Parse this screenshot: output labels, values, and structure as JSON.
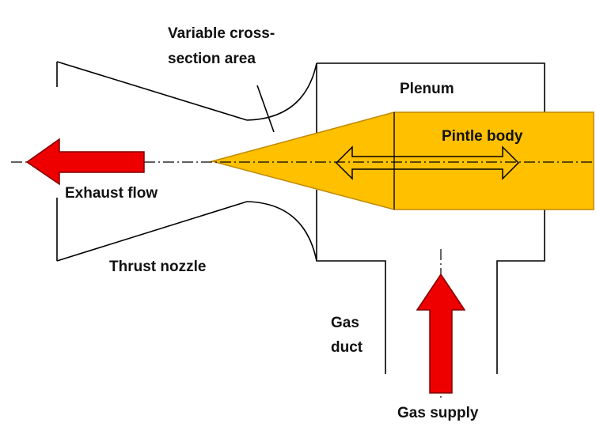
{
  "labels": {
    "variable_cross_section_line1": "Variable cross-",
    "variable_cross_section_line2": "section area",
    "plenum": "Plenum",
    "pintle_body": "Pintle body",
    "exhaust_flow": "Exhaust flow",
    "thrust_nozzle": "Thrust nozzle",
    "gas_duct_line1": "Gas",
    "gas_duct_line2": "duct",
    "gas_supply": "Gas supply"
  },
  "colors": {
    "pintle_fill": "#ffc000",
    "pintle_stroke": "#c08a00",
    "arrow_fill": "#ee0000",
    "arrow_stroke": "#800000",
    "line": "#000000"
  }
}
